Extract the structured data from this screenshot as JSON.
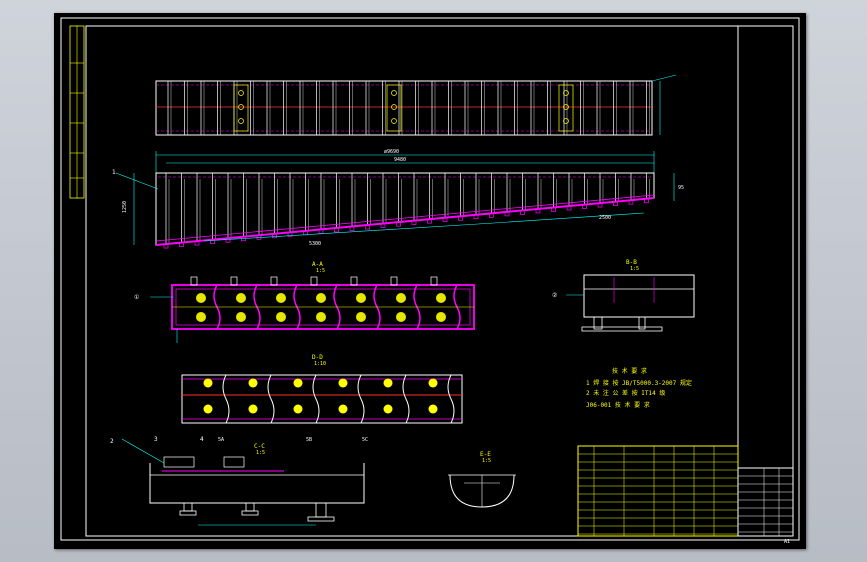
{
  "dims": {
    "overall_length_top": "ø9690",
    "overall_length_inner": "9480",
    "height_left": "1250",
    "height_right": "95",
    "dim_bottom_left": "5300",
    "dim_bottom_right": "2500"
  },
  "notes": {
    "title": "技 术 要 求",
    "line1": "1 焊 接 按 JB/T5000.3-2007 规定",
    "line2": "2 未 注 公 差 按 IT14 级",
    "line3": "J06-001 技 术 要 求"
  },
  "sections": {
    "a_title": "A-A",
    "a_scale": "1:5",
    "b_title": "B-B",
    "b_scale": "1:5",
    "d_title": "D-D",
    "d_scale": "1:10",
    "c_title": "C-C",
    "c_scale": "1:5",
    "e_title": "E-E",
    "e_scale": "1:5"
  },
  "callouts": {
    "c1": "1",
    "c2": "2",
    "c3": "3",
    "c4": "4",
    "c5a": "5A",
    "c5b": "5B",
    "c5c": "5C",
    "cq1": "①",
    "cq2": "②"
  },
  "title_block": {
    "sheet_no": "A1"
  }
}
